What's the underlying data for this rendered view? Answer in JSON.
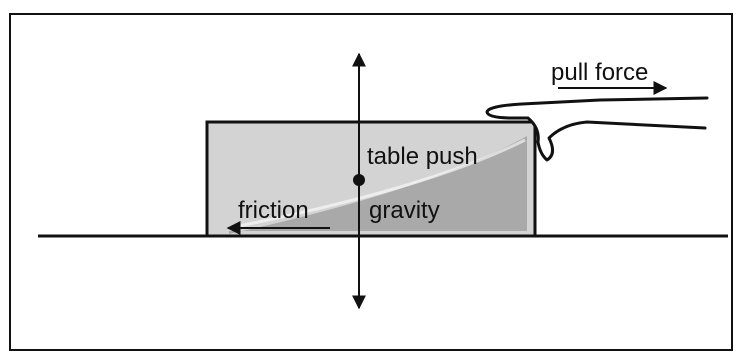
{
  "labels": {
    "pull_force": "pull force",
    "table_push": "table push",
    "friction": "friction",
    "gravity": "gravity"
  },
  "colors": {
    "frame": "#111111",
    "block_fill": "#d3d3d3",
    "block_shade": "#a9a9a9",
    "line": "#111111",
    "hand_fill": "#ffffff"
  }
}
